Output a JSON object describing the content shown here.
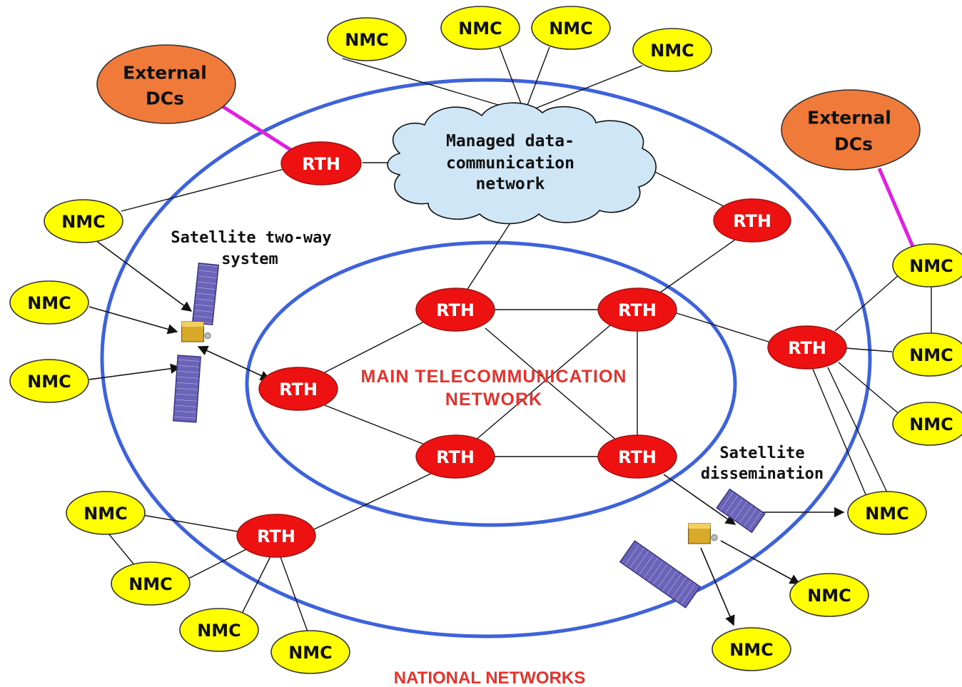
{
  "diagram": {
    "node_labels": {
      "nmc": "NMC",
      "rth": "RTH",
      "external_dc_line1": "External",
      "external_dc_line2": "DCs"
    },
    "cloud_label": [
      "Managed data-",
      "communication",
      "network"
    ],
    "inner_ring_label": [
      "MAIN TELECOMMUNICATION",
      "NETWORK"
    ],
    "satellite_two_way_label": [
      "Satellite two-way",
      "system"
    ],
    "satellite_dissemination_label": [
      "Satellite",
      "dissemination"
    ],
    "outer_caption": "NATIONAL NETWORKS",
    "colors": {
      "nmc_fill": "#ffff00",
      "rth_fill": "#ee1111",
      "external_dc_fill": "#f07a3a",
      "cloud_fill": "#cfe6f6",
      "ring_stroke": "#3d62d9",
      "external_link": "#e020e0",
      "title_text": "#e8312a"
    },
    "icons": [
      "satellite-icon",
      "cloud-shape"
    ]
  }
}
